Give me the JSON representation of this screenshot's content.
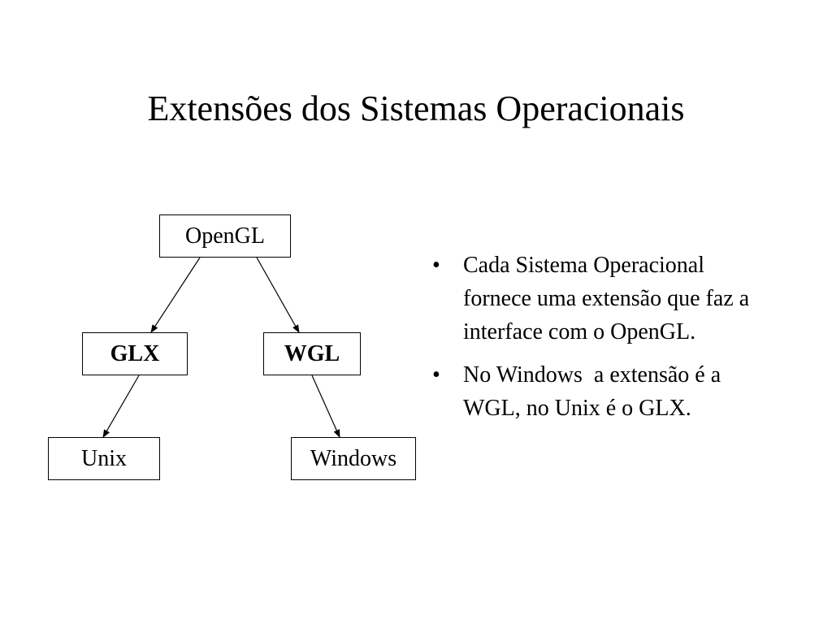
{
  "slide": {
    "title": "Extensões dos Sistemas Operacionais"
  },
  "diagram": {
    "nodes": {
      "opengl": "OpenGL",
      "glx": "GLX",
      "wgl": "WGL",
      "unix": "Unix",
      "windows": "Windows"
    },
    "edges": [
      {
        "from": "OpenGL",
        "to": "GLX"
      },
      {
        "from": "OpenGL",
        "to": "WGL"
      },
      {
        "from": "GLX",
        "to": "Unix"
      },
      {
        "from": "WGL",
        "to": "Windows"
      }
    ]
  },
  "bullets": [
    {
      "marker": "•",
      "text": "Cada Sistema Operacional fornece uma extensão que faz a interface com o OpenGL."
    },
    {
      "marker": "•",
      "text": "No Windows  a extensão é a WGL, no Unix é o GLX."
    }
  ]
}
